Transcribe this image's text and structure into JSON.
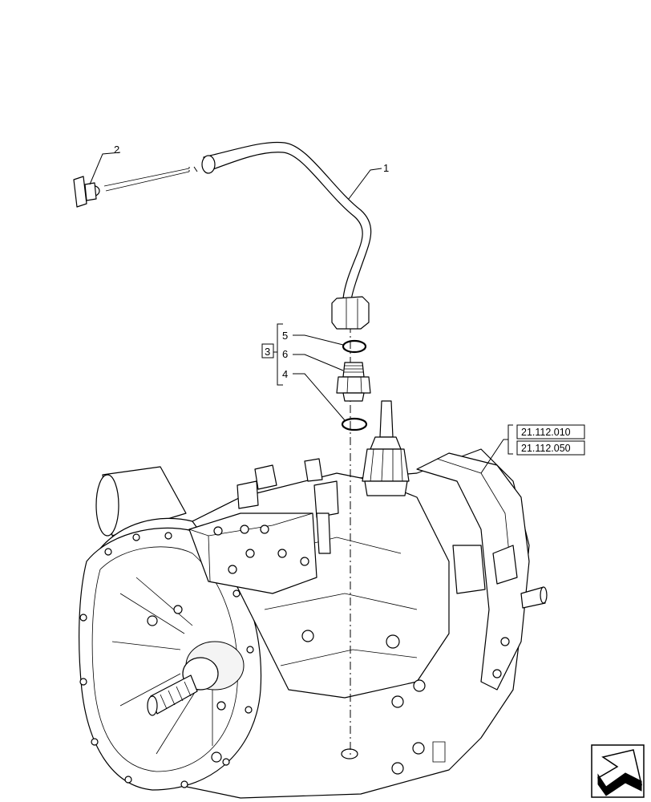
{
  "callouts": {
    "item_1": "1",
    "item_2": "2",
    "item_3": "3",
    "item_4": "4",
    "item_5": "5",
    "item_6": "6"
  },
  "references": {
    "ref_a": "21.112.010",
    "ref_b": "21.112.050"
  },
  "nav": {
    "icon": "previous-page-arrow-icon"
  }
}
